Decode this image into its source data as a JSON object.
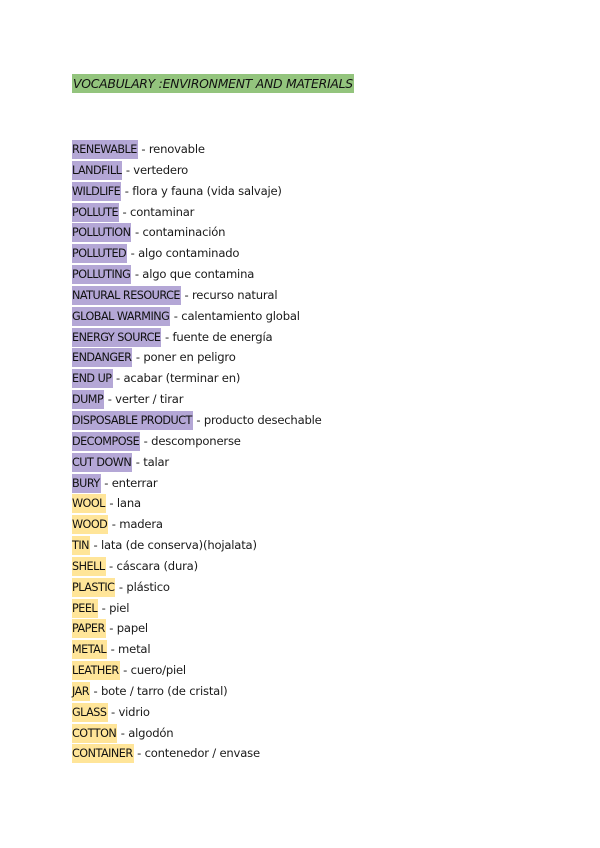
{
  "title": "VOCABULARY :ENVIRONMENT AND MATERIALS",
  "colors": {
    "title_highlight": "#93c47d",
    "environment_highlight": "#b4a7d6",
    "materials_highlight": "#ffe599"
  },
  "separator": " - ",
  "vocabulary": [
    {
      "term": "RENEWABLE ",
      "definition": "renovable",
      "group": "purple"
    },
    {
      "term": "LANDFILL",
      "definition": "vertedero",
      "group": "purple"
    },
    {
      "term": "WILDLIFE",
      "definition": "flora y fauna (vida salvaje)",
      "group": "purple"
    },
    {
      "term": "POLLUTE",
      "definition": "contaminar",
      "group": "purple"
    },
    {
      "term": "POLLUTION",
      "definition": "contaminación",
      "group": "purple"
    },
    {
      "term": "POLLUTED",
      "definition": "algo contaminado",
      "group": "purple"
    },
    {
      "term": "POLLUTING",
      "definition": "algo que contamina",
      "group": "purple"
    },
    {
      "term": "NATURAL RESOURCE",
      "definition": "recurso natural",
      "group": "purple"
    },
    {
      "term": "GLOBAL WARMING",
      "definition": "calentamiento global",
      "group": "purple"
    },
    {
      "term": "ENERGY SOURCE",
      "definition": "fuente de energía",
      "group": "purple"
    },
    {
      "term": "ENDANGER ",
      "definition": "poner en peligro",
      "group": "purple"
    },
    {
      "term": "END UP",
      "definition": "acabar (terminar en)",
      "group": "purple"
    },
    {
      "term": "DUMP",
      "definition": "verter / tirar",
      "group": "purple"
    },
    {
      "term": "DISPOSABLE PRODUCT",
      "definition": "producto desechable",
      "group": "purple"
    },
    {
      "term": "DECOMPOSE",
      "definition": "descomponerse",
      "group": "purple"
    },
    {
      "term": "CUT DOWN",
      "definition": "talar",
      "group": "purple"
    },
    {
      "term": "BURY",
      "definition": "enterrar",
      "group": "purple"
    },
    {
      "term": "WOOL",
      "definition": "lana",
      "group": "yellow"
    },
    {
      "term": "WOOD",
      "definition": "madera",
      "group": "yellow"
    },
    {
      "term": "TIN ",
      "definition": "lata (de conserva)(hojalata)",
      "group": "yellow"
    },
    {
      "term": "SHELL",
      "definition": "cáscara (dura)",
      "group": "yellow"
    },
    {
      "term": "PLASTIC",
      "definition": "plástico",
      "group": "yellow"
    },
    {
      "term": "PEEL ",
      "definition": "piel",
      "group": "yellow"
    },
    {
      "term": "PAPER ",
      "definition": "papel",
      "group": "yellow"
    },
    {
      "term": "METAL",
      "definition": "metal",
      "group": "yellow"
    },
    {
      "term": "LEATHER ",
      "definition": "cuero/piel",
      "group": "yellow"
    },
    {
      "term": "JAR ",
      "definition": "bote / tarro (de cristal)",
      "group": "yellow"
    },
    {
      "term": "GLASS",
      "definition": "vidrio",
      "group": "yellow"
    },
    {
      "term": "COTTON ",
      "definition": "algodón",
      "group": "yellow"
    },
    {
      "term": "CONTAINER ",
      "definition": "contenedor / envase",
      "group": "yellow"
    }
  ]
}
